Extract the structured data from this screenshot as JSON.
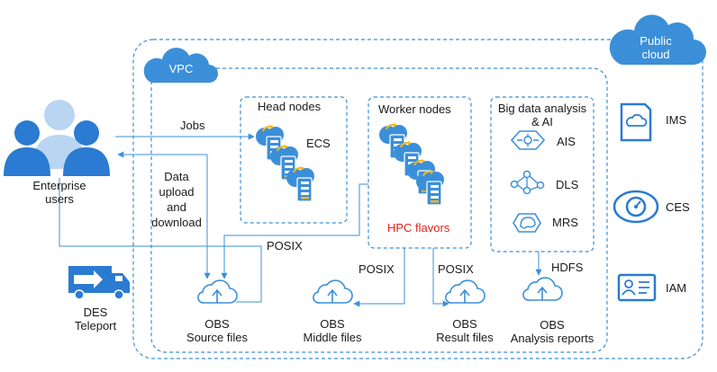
{
  "public_cloud": {
    "label_line1": "Public",
    "label_line2": "cloud"
  },
  "vpc": {
    "label": "VPC"
  },
  "users": {
    "line1": "Enterprise",
    "line2": "users"
  },
  "des": {
    "line1": "DES",
    "line2": "Teleport"
  },
  "flows": {
    "jobs": "Jobs",
    "data_upload": [
      "Data",
      "upload",
      "and",
      "download"
    ],
    "posix_main": "POSIX",
    "posix_middle": "POSIX",
    "posix_result": "POSIX",
    "hdfs": "HDFS"
  },
  "head_nodes": {
    "title": "Head nodes",
    "service": "ECS"
  },
  "worker_nodes": {
    "title": "Worker nodes",
    "flavors": "HPC flavors"
  },
  "bigdata": {
    "title_line1": "Big data analysis",
    "title_line2": "& AI",
    "services": [
      "AIS",
      "DLS",
      "MRS"
    ]
  },
  "obs": [
    {
      "name": "OBS",
      "desc": "Source files"
    },
    {
      "name": "OBS",
      "desc": "Middle files"
    },
    {
      "name": "OBS",
      "desc": "Result files"
    },
    {
      "name": "OBS",
      "desc": "Analysis reports"
    }
  ],
  "side_services": [
    "IMS",
    "CES",
    "IAM"
  ],
  "colors": {
    "accent": "#3b8fd9",
    "accent_dark": "#2a7bd1",
    "highlight": "#e0231c",
    "gold": "#f5b81c"
  }
}
